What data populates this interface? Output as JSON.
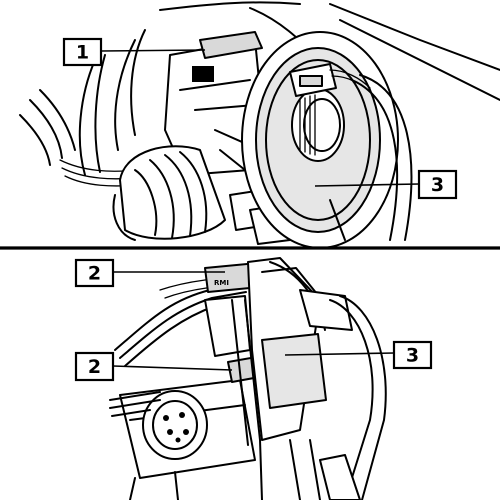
{
  "callouts": {
    "top_1": "1",
    "top_3": "3",
    "bottom_2a": "2",
    "bottom_2b": "2",
    "bottom_3": "3"
  },
  "component_label": "RMI",
  "colors": {
    "line": "#000000",
    "background": "#ffffff",
    "highlight": "#d9d9d9"
  }
}
